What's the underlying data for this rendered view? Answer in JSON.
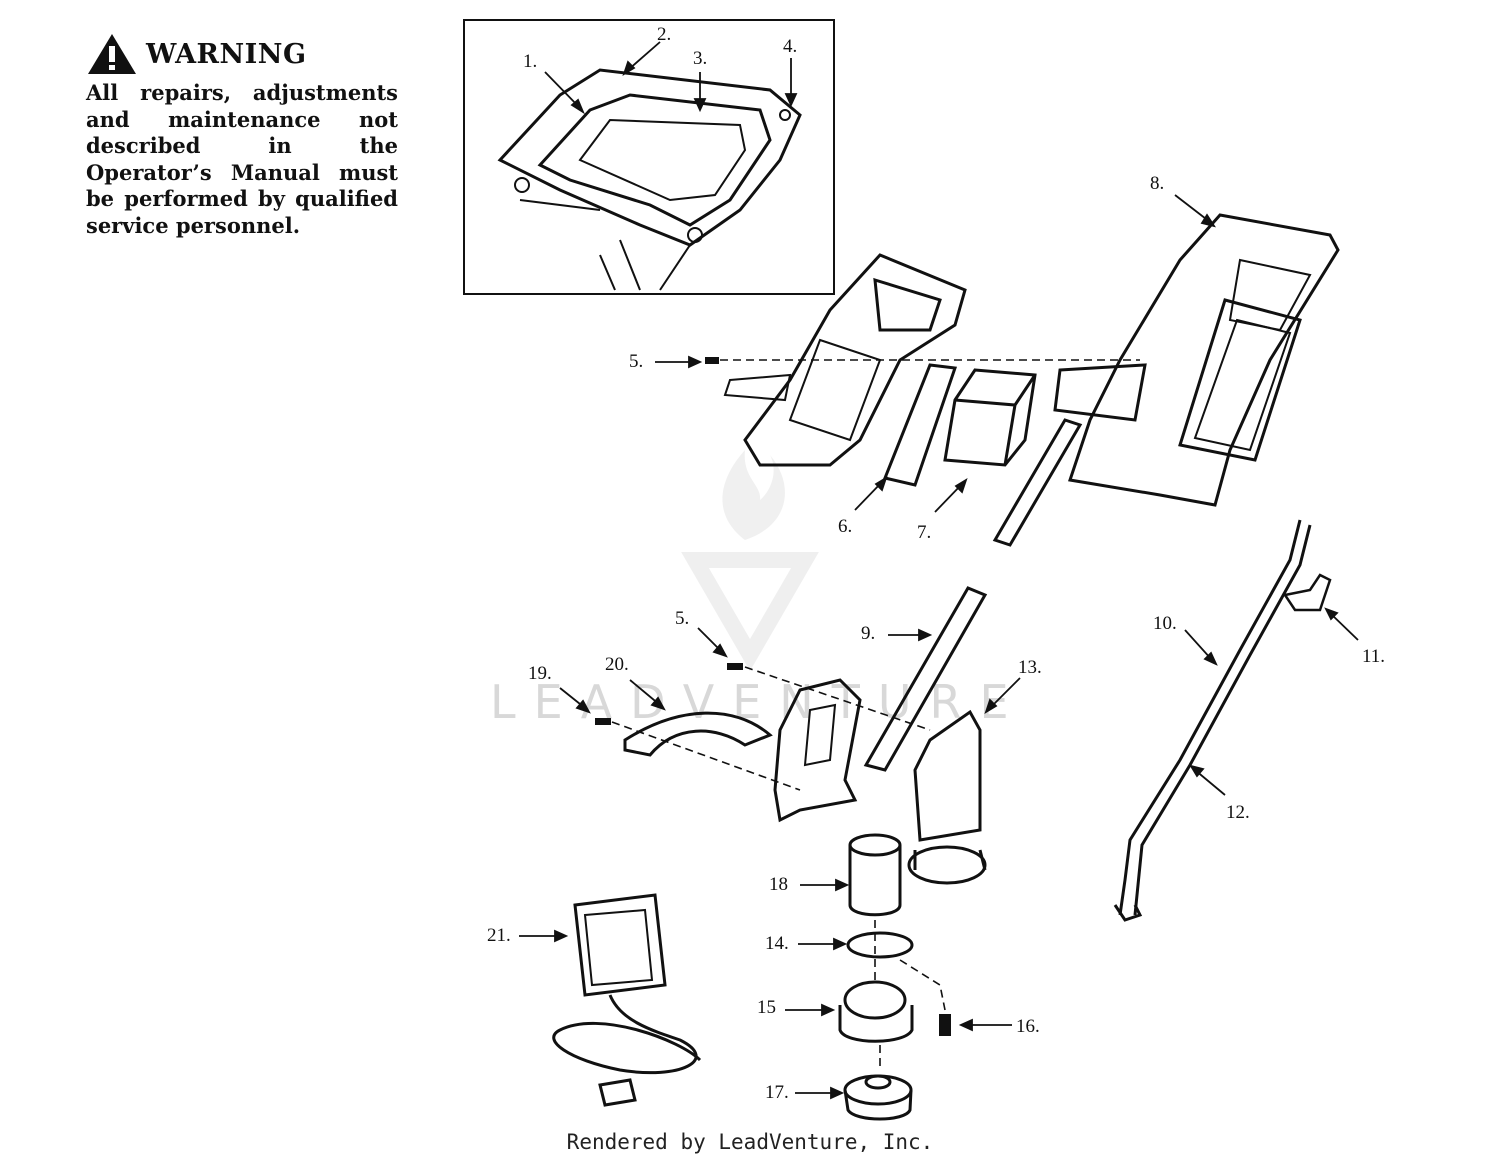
{
  "warning": {
    "title": "WARNING",
    "text": "All repairs, adjustments and maintenance not described in the Operator’s Manual must be performed by qualified service personnel."
  },
  "callouts": {
    "c1": "1.",
    "c2": "2.",
    "c3": "3.",
    "c4": "4.",
    "c5a": "5.",
    "c5b": "5.",
    "c6": "6.",
    "c7": "7.",
    "c8": "8.",
    "c9": "9.",
    "c10": "10.",
    "c11": "11.",
    "c12": "12.",
    "c13": "13.",
    "c14": "14.",
    "c15": "15",
    "c16": "16.",
    "c17": "17.",
    "c18": "18",
    "c19": "19.",
    "c20": "20.",
    "c21": "21."
  },
  "watermark": "LEADVENTURE",
  "footer": "Rendered by LeadVenture, Inc.",
  "colors": {
    "ink": "#111111",
    "watermark": "#d8d8d8"
  }
}
